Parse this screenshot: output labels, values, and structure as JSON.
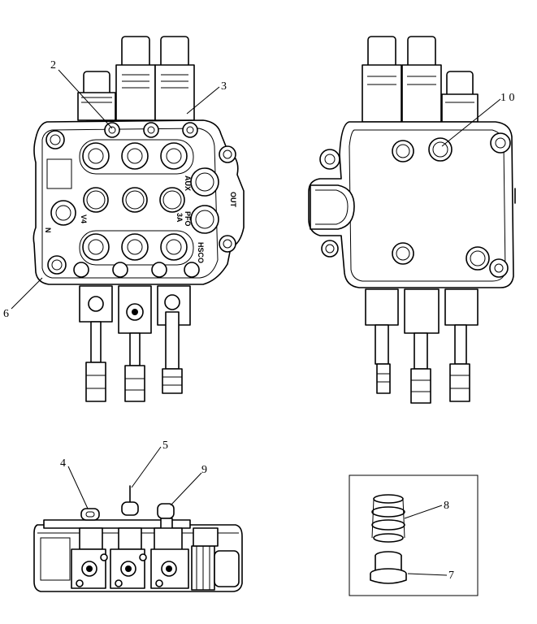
{
  "callouts": [
    {
      "id": "c2",
      "text": "2"
    },
    {
      "id": "c3",
      "text": "3"
    },
    {
      "id": "c6",
      "text": "6"
    },
    {
      "id": "c10",
      "text": "1 0"
    },
    {
      "id": "c4",
      "text": "4"
    },
    {
      "id": "c5",
      "text": "5"
    },
    {
      "id": "c9",
      "text": "9"
    },
    {
      "id": "c8",
      "text": "8"
    },
    {
      "id": "c7",
      "text": "7"
    }
  ],
  "port_markings": {
    "out": "OUT",
    "aux": "AUX",
    "pfo": "PFO",
    "pfo_sub": "3A",
    "hsco": "HSCO",
    "v4": "V4",
    "n": "N"
  }
}
